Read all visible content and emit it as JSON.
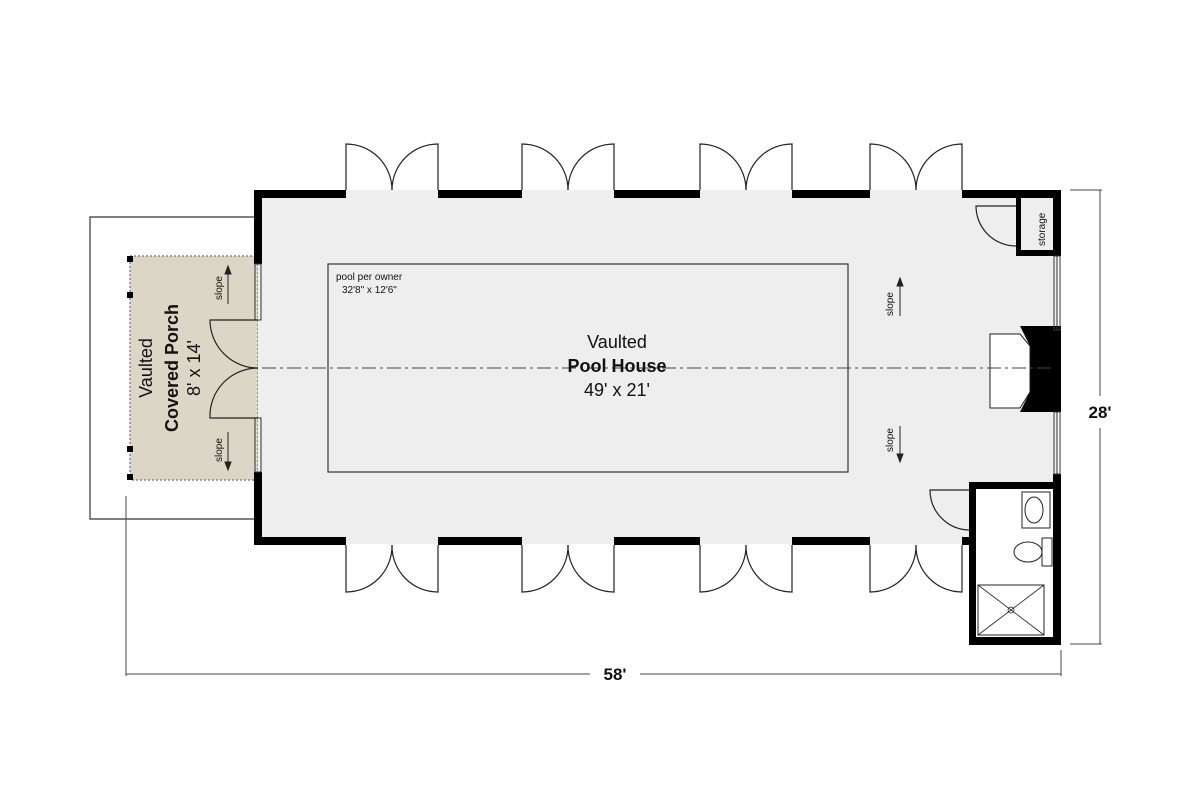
{
  "pool_house": {
    "qualifier": "Vaulted",
    "name": "Pool House",
    "size": "49' x 21'"
  },
  "covered_porch": {
    "qualifier": "Vaulted",
    "name": "Covered Porch",
    "size": "8' x 14'"
  },
  "pool": {
    "note": "pool per owner",
    "size": "32'8\" x 12'6\""
  },
  "storage": {
    "label": "storage"
  },
  "slope": {
    "label": "slope"
  },
  "dimensions": {
    "overall_width": "58'",
    "overall_depth": "28'"
  },
  "colors": {
    "pool_house_floor": "#eeeeee",
    "porch_floor": "#dcd6c6",
    "walls": "#000000"
  }
}
